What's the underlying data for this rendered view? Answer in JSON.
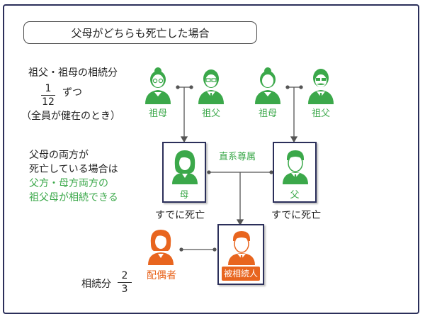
{
  "title": "父母がどちらも死亡した場合",
  "left_notes": {
    "share_heading": "祖父・祖母の相続分",
    "share_fraction": {
      "numerator": "1",
      "denominator": "12"
    },
    "share_suffix": "ずつ",
    "share_condition": "（全員が健在のとき）",
    "both_parents_line1": "父母の両方が",
    "both_parents_line2": "死亡している場合は",
    "both_parents_line3": "父方・母方両方の",
    "both_parents_line4": "祖父母が相続できる"
  },
  "grandparents": [
    {
      "label": "祖母"
    },
    {
      "label": "祖父"
    },
    {
      "label": "祖母"
    },
    {
      "label": "祖父"
    }
  ],
  "parents": {
    "mother_label": "母",
    "father_label": "父",
    "relation_label": "直系尊属",
    "mother_status": "すでに死亡",
    "father_status": "すでに死亡"
  },
  "spouse": {
    "label": "配偶者",
    "share_prefix": "相続分",
    "share_fraction": {
      "numerator": "2",
      "denominator": "3"
    }
  },
  "decedent": {
    "label": "被相続人"
  },
  "colors": {
    "green": "#3ba84a",
    "orange": "#e8651f",
    "navy": "#2b2f5a"
  }
}
